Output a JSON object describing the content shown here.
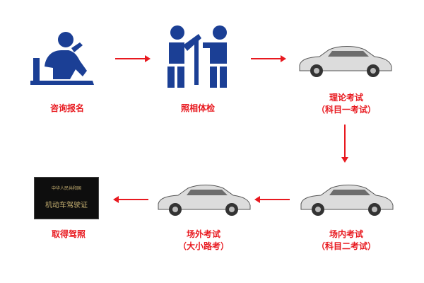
{
  "steps": [
    {
      "label": "咨询报名",
      "icon": "consult-person-icon"
    },
    {
      "label": "照相体检",
      "icon": "photo-medical-check-icon"
    },
    {
      "label": "理论考试",
      "sub": "（科目一考试）",
      "icon": "car-icon"
    },
    {
      "label": "场内考试",
      "sub": "（科目二考试）",
      "icon": "car-icon"
    },
    {
      "label": "场外考试",
      "sub": "（大小路考）",
      "icon": "car-icon"
    },
    {
      "label": "取得驾照",
      "icon": "driver-license-icon"
    }
  ],
  "license": {
    "header": "中华人民共和国",
    "title": "机动车驾驶证"
  },
  "colors": {
    "accent": "#e8191f",
    "icon_blue": "#1b3f95"
  }
}
